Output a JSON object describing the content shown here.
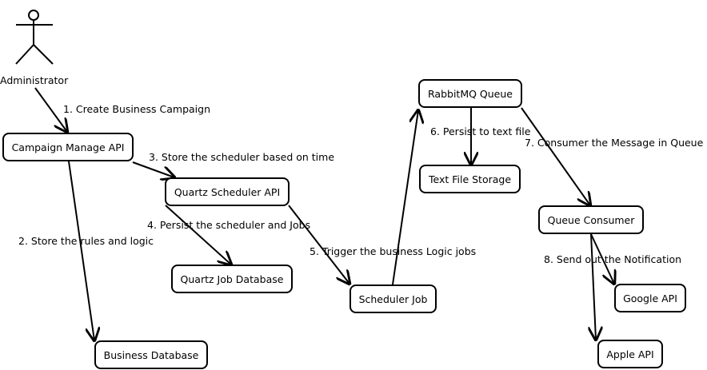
{
  "actor": {
    "label": "Administrator"
  },
  "nodes": {
    "campaign_api": "Campaign Manage API",
    "quartz_api": "Quartz Scheduler API",
    "quartz_db": "Quartz Job Database",
    "business_db": "Business Database",
    "scheduler_job": "Scheduler Job",
    "rabbitmq": "RabbitMQ Queue",
    "text_storage": "Text File Storage",
    "queue_consumer": "Queue Consumer",
    "google_api": "Google API",
    "apple_api": "Apple API"
  },
  "edges": {
    "e1": "1. Create Business Campaign",
    "e2": "2. Store the rules and logic",
    "e3": "3. Store the scheduler based on time",
    "e4": "4. Persist the scheduler and Jobs",
    "e5": "5. Trigger the business Logic jobs",
    "e6": "6. Persist to text file",
    "e7": "7. Consumer the Message in Queue",
    "e8": "8. Send out the Notification"
  }
}
